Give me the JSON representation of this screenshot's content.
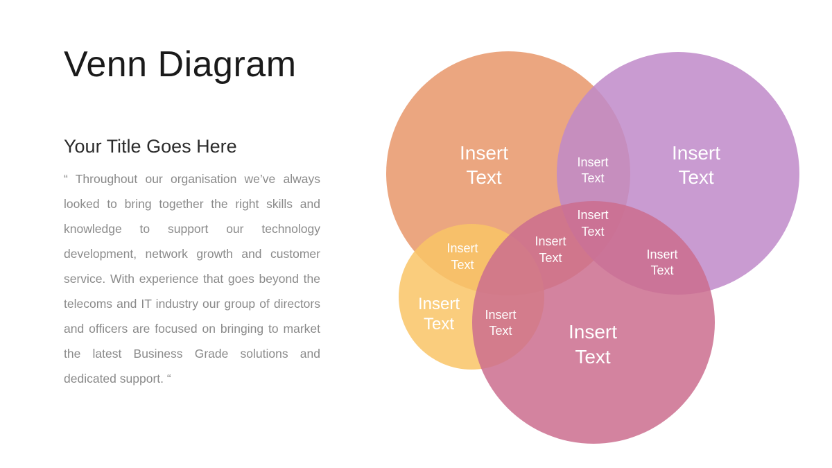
{
  "slide": {
    "title": "Venn Diagram",
    "subtitle": "Your Title Goes Here",
    "body": "“ Throughout our organisation we’ve always looked to bring together the right skills and knowledge to support our technology development, network growth and customer service. With experience that goes beyond the telecoms and IT industry our group of directors and officers are focused on bringing to market the latest Business Grade solutions and dedicated support. “"
  },
  "venn": {
    "colors": {
      "orange": "#E8966A",
      "purple": "#BF8AC9",
      "yellow": "#F9C466",
      "pink": "#CB6D8E",
      "label": "#FFFFFF"
    },
    "labels": {
      "orange": {
        "line1": "Insert",
        "line2": "Text"
      },
      "purple": {
        "line1": "Insert",
        "line2": "Text"
      },
      "pink": {
        "line1": "Insert",
        "line2": "Text"
      },
      "yellow": {
        "line1": "Insert",
        "line2": "Text"
      },
      "orange_purple": {
        "line1": "Insert",
        "line2": "Text"
      },
      "orange_purple_pink": {
        "line1": "Insert",
        "line2": "Text"
      },
      "orange_pink": {
        "line1": "Insert",
        "line2": "Text"
      },
      "purple_pink": {
        "line1": "Insert",
        "line2": "Text"
      },
      "orange_yellow": {
        "line1": "Insert",
        "line2": "Text"
      },
      "yellow_pink": {
        "line1": "Insert",
        "line2": "Text"
      }
    }
  }
}
